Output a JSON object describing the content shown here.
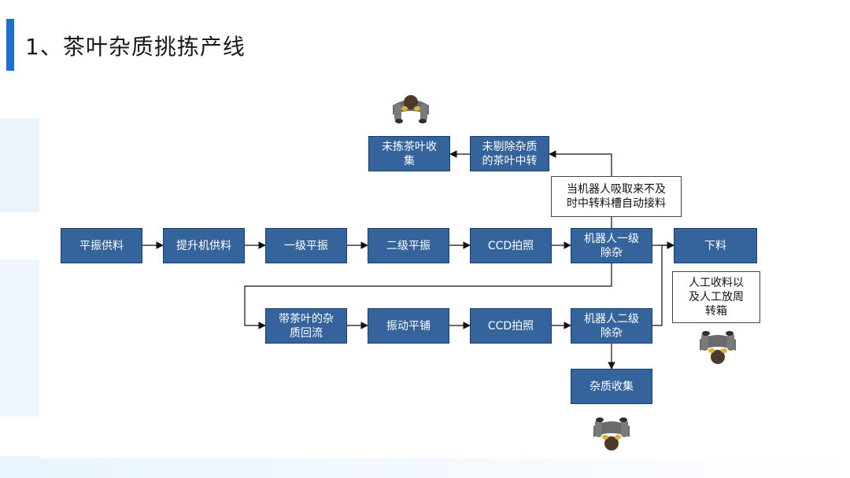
{
  "title": "1、茶叶杂质挑拣产线",
  "nodes": {
    "ping_zhen_gong_liao": "平振供料",
    "ti_sheng_ji_gong_liao": "提升机供料",
    "yi_ji_ping_zhen": "一级平振",
    "er_ji_ping_zhen": "二级平振",
    "ccd_1": "CCD拍照",
    "robot_1": "机器人一级\n除杂",
    "xia_liao": "下料",
    "unpicked_collect": "未拣茶叶收\n集",
    "transfer": "未剔除杂质\n的茶叶中转",
    "note_auto": "当机器人吸取来不及\n时中转料槽自动接料",
    "return_flow": "带茶叶的杂\n质回流",
    "zhen_dong_ping_pu": "振动平铺",
    "ccd_2": "CCD拍照",
    "robot_2": "机器人二级\n除杂",
    "impurity_collect": "杂质收集",
    "note_manual": "人工收料以\n及人工放周\n转箱"
  }
}
